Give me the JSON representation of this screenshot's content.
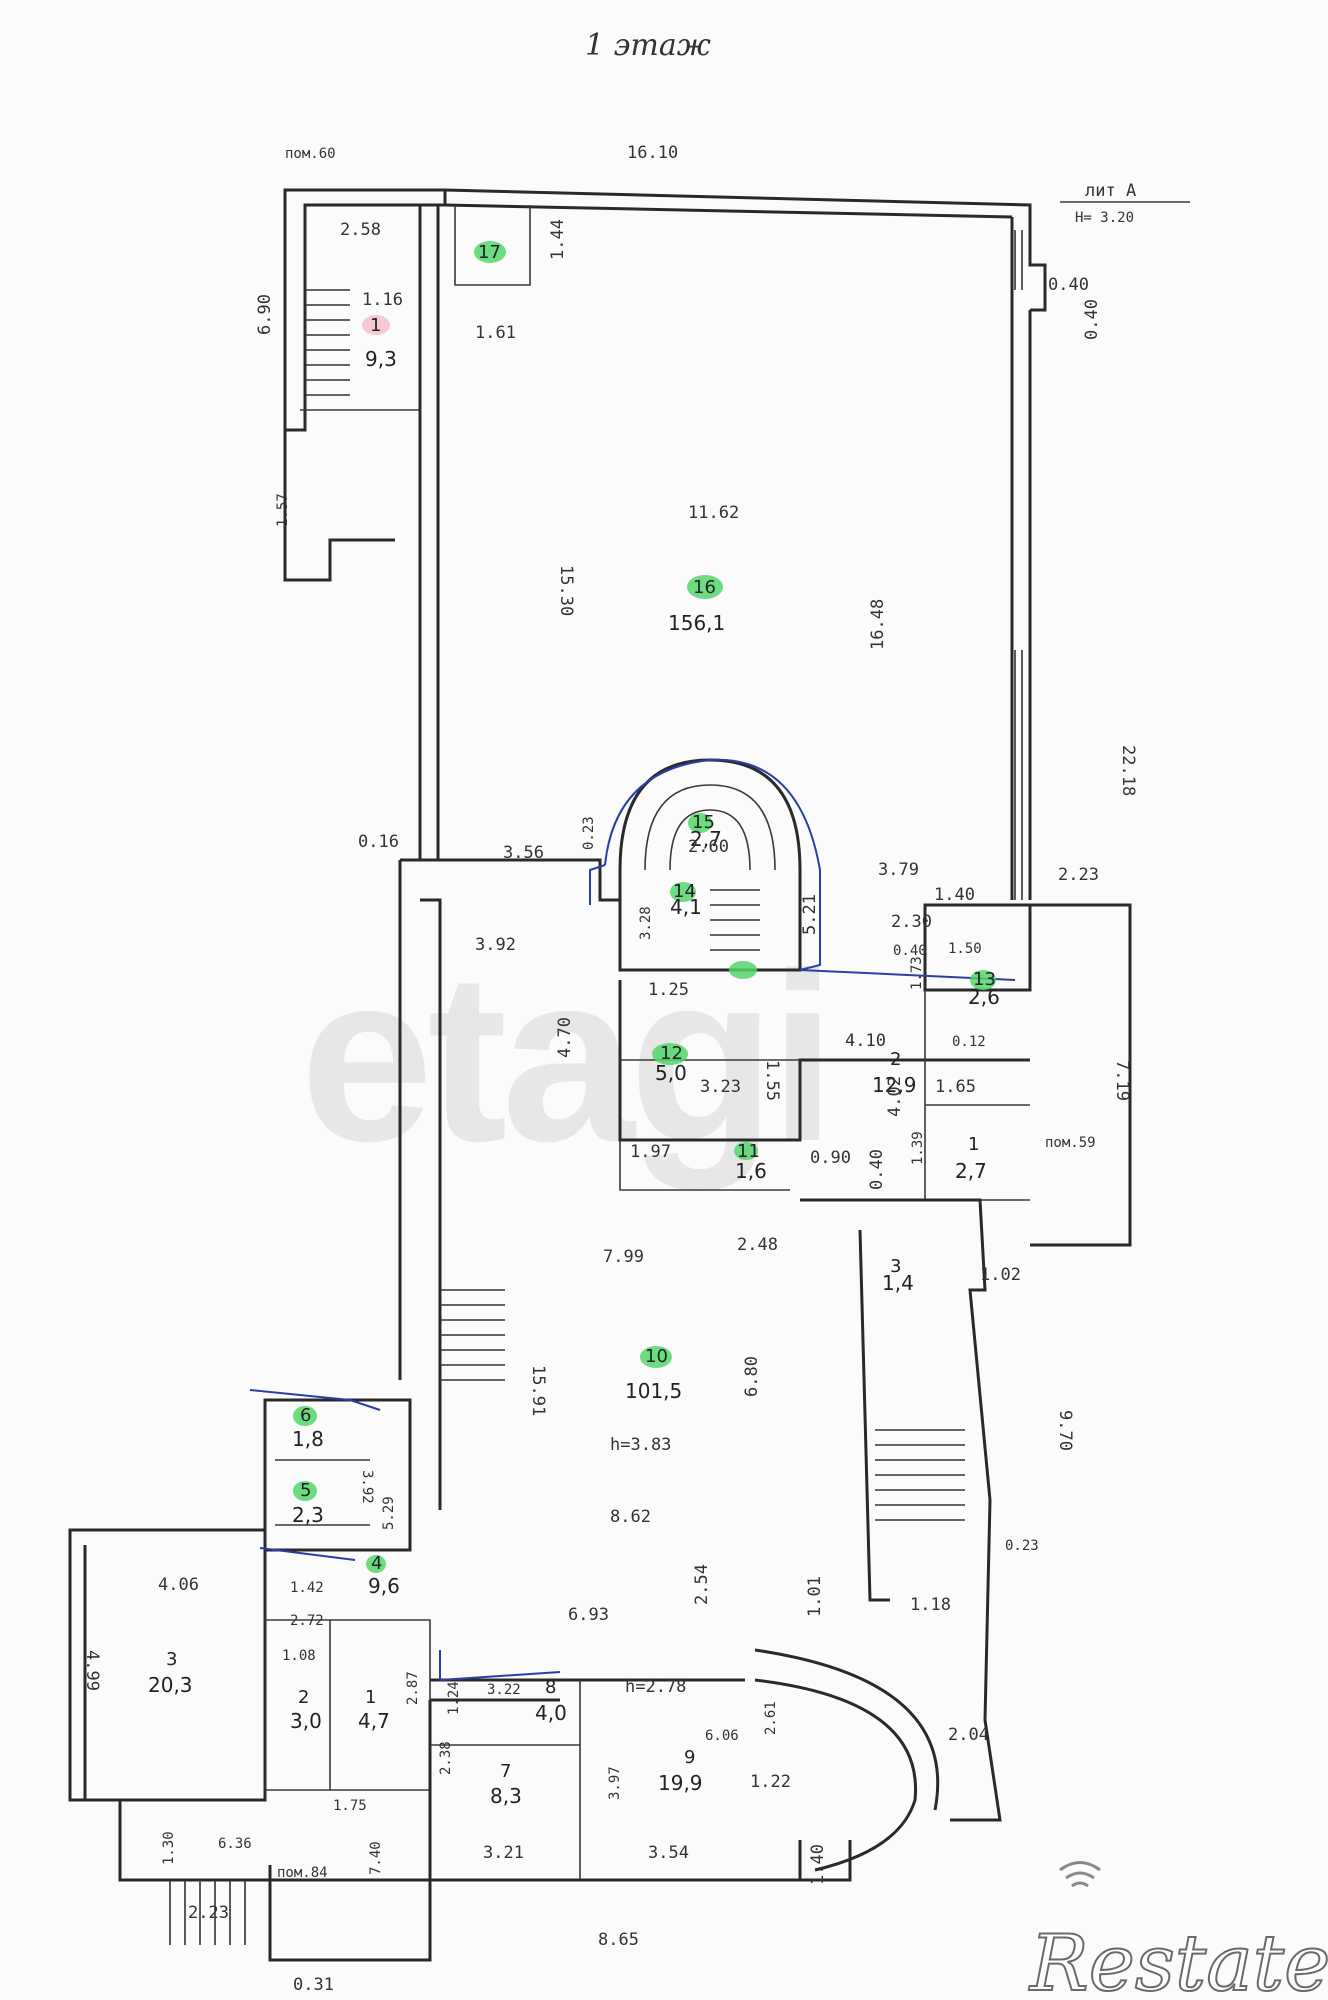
{
  "title": "1 этаж",
  "watermark": "etagi",
  "brand": "Restate",
  "litera": "лит А",
  "height_top": "H= 3.20",
  "rooms": [
    {
      "no": "1",
      "area": "9,3"
    },
    {
      "no": "17",
      "area": ""
    },
    {
      "no": "16",
      "area": "156,1"
    },
    {
      "no": "15",
      "area": "2,7"
    },
    {
      "no": "14",
      "area": "4,1"
    },
    {
      "no": "13",
      "area": "2,6"
    },
    {
      "no": "12",
      "area": "5,0"
    },
    {
      "no": "11",
      "area": "1,6"
    },
    {
      "no": "2",
      "area": "12,9"
    },
    {
      "no": "1",
      "area": "2,7"
    },
    {
      "no": "3",
      "area": "1,4"
    },
    {
      "no": "10",
      "area": "101,5"
    },
    {
      "no": "6",
      "area": "1,8"
    },
    {
      "no": "5",
      "area": "2,3"
    },
    {
      "no": "4",
      "area": "9,6"
    },
    {
      "no": "3",
      "area": "20,3"
    },
    {
      "no": "2",
      "area": "3,0"
    },
    {
      "no": "1",
      "area": "4,7"
    },
    {
      "no": "8",
      "area": "4,0"
    },
    {
      "no": "7",
      "area": "8,3"
    },
    {
      "no": "9",
      "area": "19,9"
    }
  ],
  "heights": [
    "h=3.83",
    "h=2.78"
  ],
  "notes": [
    "пом.60",
    "пом.59",
    "пом.84"
  ],
  "dimensions": [
    "16.10",
    "2.58",
    "1.16",
    "6.90",
    "1.61",
    "1.44",
    "0.40",
    "0.40",
    "11.62",
    "15.30",
    "16.48",
    "22.18",
    "0.16",
    "3.56",
    "0.23",
    "2.60",
    "3.79",
    "2.23",
    "1.40",
    "2.30",
    "5.21",
    "3.92",
    "3.28",
    "4.70",
    "1.25",
    "0.40",
    "1.50",
    "1.73",
    "0.12",
    "4.10",
    "3.23",
    "1.55",
    "1.65",
    "4.02",
    "7.19",
    "1.97",
    "0.90",
    "0.40",
    "1.39",
    "7.99",
    "2.48",
    "1.02",
    "15.91",
    "6.80",
    "9.70",
    "3.92",
    "5.29",
    "8.62",
    "4.06",
    "1.42",
    "2.72",
    "2.54",
    "1.01",
    "1.18",
    "0.23",
    "6.93",
    "4.99",
    "1.08",
    "2.87",
    "1.24",
    "3.22",
    "2.61",
    "6.06",
    "2.04",
    "2.38",
    "3.97",
    "1.22",
    "1.75",
    "3.21",
    "3.54",
    "1.40",
    "1.30",
    "6.36",
    "7.40",
    "2.23",
    "0.31",
    "8.65",
    "1.57"
  ]
}
